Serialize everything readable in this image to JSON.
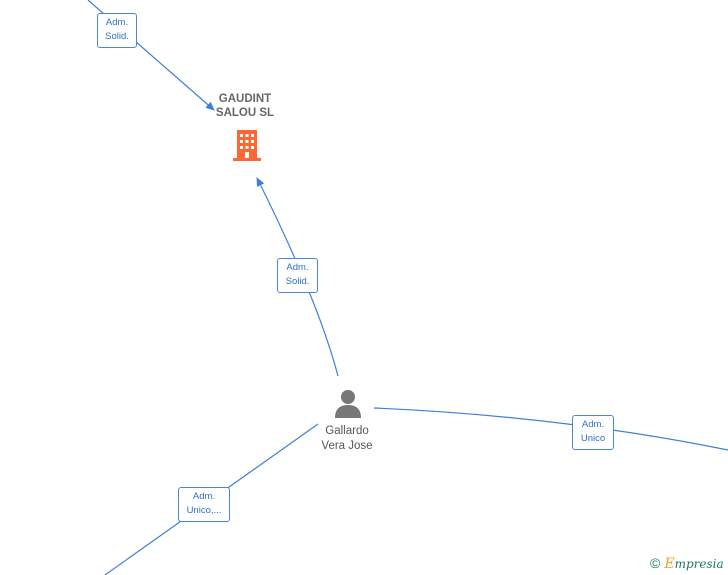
{
  "company": {
    "name": "GAUDINT\nSALOU  SL",
    "icon": "building-icon",
    "color": "#ff6633"
  },
  "person": {
    "name": "Gallardo\nVera Jose",
    "icon": "person-icon",
    "color": "#777777"
  },
  "edges": [
    {
      "id": "top",
      "label_line1": "Adm.",
      "label_line2": "Solid."
    },
    {
      "id": "mid",
      "label_line1": "Adm.",
      "label_line2": "Solid."
    },
    {
      "id": "right",
      "label_line1": "Adm.",
      "label_line2": "Unico"
    },
    {
      "id": "bottom",
      "label_line1": "Adm.",
      "label_line2": "Unico,..."
    }
  ],
  "colors": {
    "edge": "#3f7fd8",
    "label_text": "#2f6fc4"
  },
  "watermark": {
    "copyright": "©",
    "brand_first": "E",
    "brand_rest": "mpresia"
  }
}
